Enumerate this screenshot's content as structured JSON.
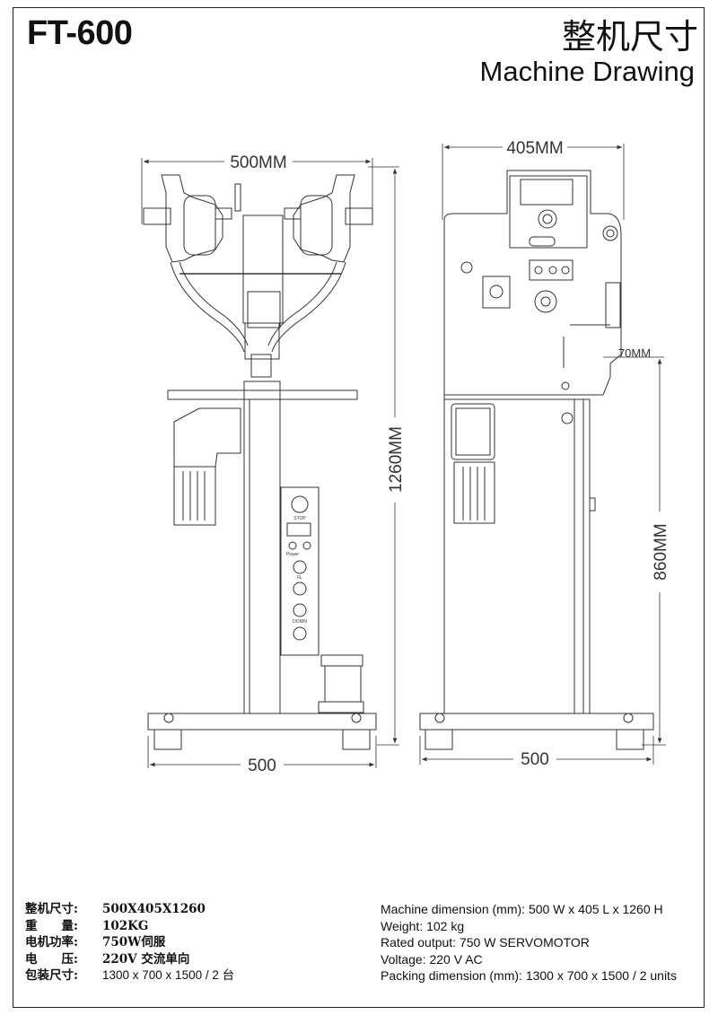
{
  "header": {
    "model": "FT-600",
    "title_cn": "整机尺寸",
    "title_en": "Machine Drawing"
  },
  "front_view": {
    "width_top": "500MM",
    "height": "1260MM",
    "width_base": "500",
    "control_labels": [
      "STOP",
      "Power",
      "FL",
      "DOWN"
    ]
  },
  "side_view": {
    "depth_top": "405MM",
    "offset": "70MM",
    "table_height": "860MM",
    "width_base": "500"
  },
  "specs_cn": [
    {
      "label": "整机尺寸:",
      "value": "500X405X1260"
    },
    {
      "label": "重　　量:",
      "value": "102KG"
    },
    {
      "label": "电机功率:",
      "value": "750W伺服"
    },
    {
      "label": "电　　压:",
      "value": "220V 交流单向"
    },
    {
      "label": "包装尺寸:",
      "value": "1300 x 700 x 1500 / 2 台"
    }
  ],
  "specs_en": [
    "Machine dimension (mm):  500 W x 405 L x 1260 H",
    "Weight:  102 kg",
    "Rated output:  750 W SERVOMOTOR",
    "Voltage:  220 V AC",
    "Packing dimension (mm): 1300 x 700 x 1500 / 2 units"
  ]
}
